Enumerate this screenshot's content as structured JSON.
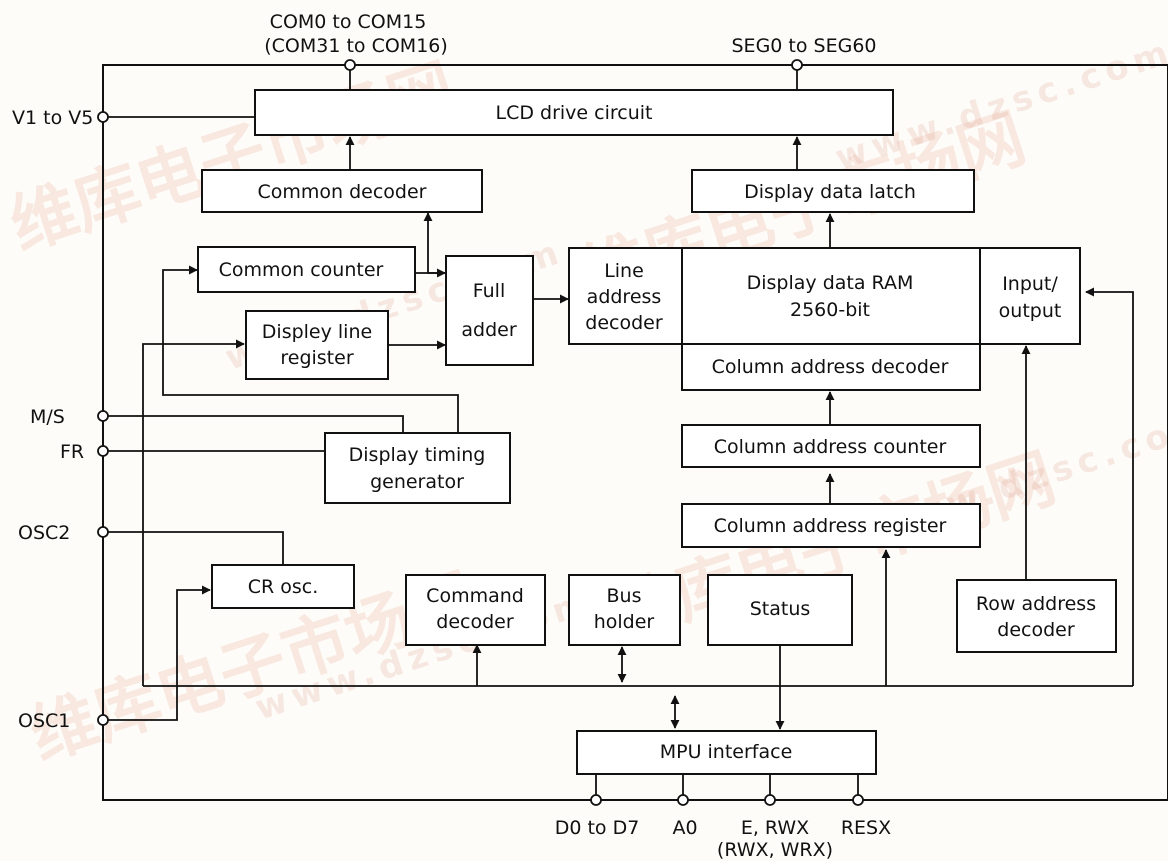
{
  "blocks": {
    "lcd_drive": "LCD drive circuit",
    "common_decoder": "Common decoder",
    "display_data_latch": "Display data latch",
    "common_counter": "Common counter",
    "display_line_register": [
      "Displey line",
      "register"
    ],
    "full_adder": [
      "Full",
      "adder"
    ],
    "line_address_decoder": [
      "Line",
      "address",
      "decoder"
    ],
    "display_data_ram": [
      "Display data RAM",
      "2560-bit"
    ],
    "input_output": [
      "Input/",
      "output"
    ],
    "column_address_decoder": "Column address decoder",
    "display_timing_generator": [
      "Display timing",
      "generator"
    ],
    "column_address_counter": "Column address counter",
    "column_address_register": "Column address register",
    "cr_osc": "CR osc.",
    "command_decoder": [
      "Command",
      "decoder"
    ],
    "bus_holder": [
      "Bus",
      "holder"
    ],
    "status": "Status",
    "row_address_decoder": [
      "Row address",
      "decoder"
    ],
    "mpu_interface": "MPU interface"
  },
  "pins": {
    "com_line1": "COM0 to COM15",
    "com_line2": "(COM31 to COM16)",
    "seg": "SEG0 to SEG60",
    "v": "V1 to V5",
    "ms": "M/S",
    "fr": "FR",
    "osc2": "OSC2",
    "osc1": "OSC1",
    "data_bus": "D0 to D7",
    "a0": "A0",
    "e_rwx_line1": "E, RWX",
    "e_rwx_line2": "(RWX, WRX)",
    "resx": "RESX"
  },
  "watermark": {
    "cjk": "维库电子市场网",
    "url": "www.dzsc.com"
  }
}
